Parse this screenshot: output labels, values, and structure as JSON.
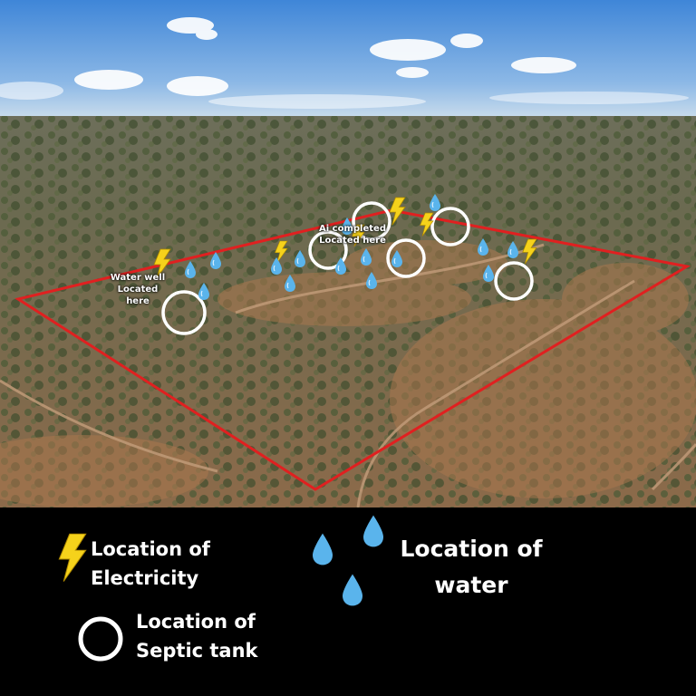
{
  "annotations": {
    "water_well_label": "Water well Located here",
    "water_well_line1": "Water well",
    "water_well_line2": "Located",
    "water_well_line3": "here",
    "center_label_line1": "Ai completed",
    "center_label_line2": "Located here"
  },
  "legend": {
    "electricity_line1": "Location of",
    "electricity_line2": "Electricity",
    "water_line1": "Location of",
    "water_line2": "water",
    "septic_line1": "Location of",
    "septic_line2": "Septic tank"
  },
  "colors": {
    "boundary": "#e02020",
    "electricity": "#f5d21b",
    "water": "#5ab4ec",
    "septic": "#ffffff",
    "legend_background": "#000000"
  },
  "icons": {
    "electricity": "lightning-bolt-icon",
    "water": "water-drop-icon",
    "septic": "circle-ring-icon"
  }
}
